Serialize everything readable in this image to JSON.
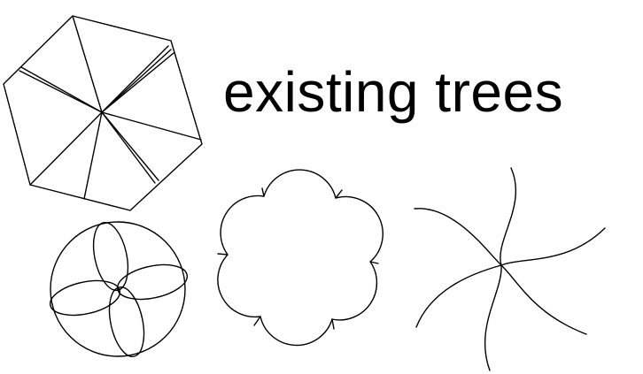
{
  "legend": {
    "title": "existing trees",
    "symbols": [
      {
        "name": "hexagon-tree-symbol"
      },
      {
        "name": "four-petal-tree-symbol"
      },
      {
        "name": "scalloped-canopy-tree-symbol"
      },
      {
        "name": "pinwheel-tree-symbol"
      }
    ]
  }
}
